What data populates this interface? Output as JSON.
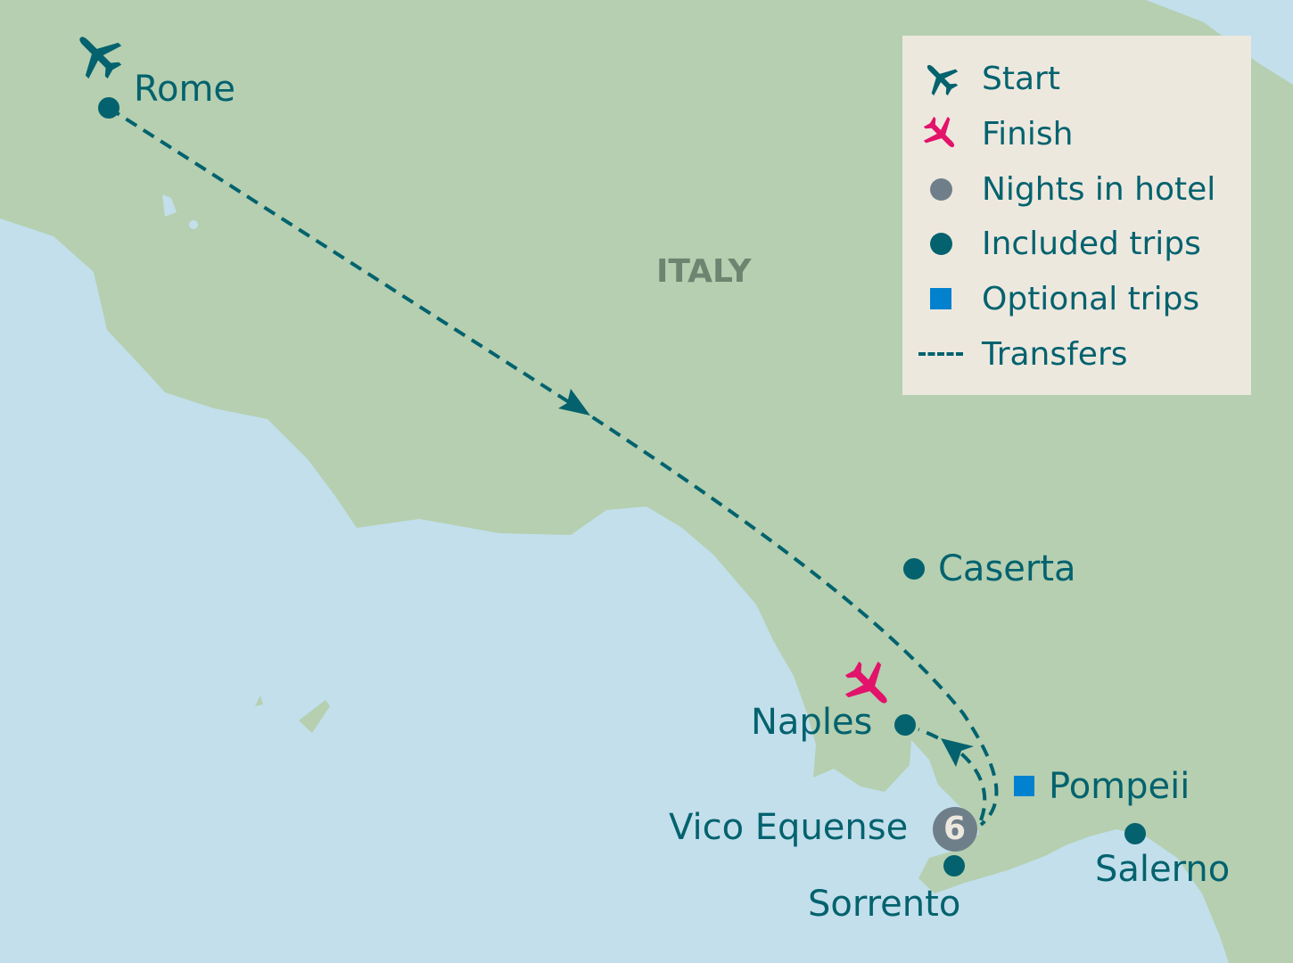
{
  "colors": {
    "land": "#b5cfb0",
    "sea": "#c2dfeb",
    "route": "#03626e",
    "finish": "#e3126a",
    "hotel": "#6f7f8a",
    "optional": "#0281ce",
    "legend_bg": "#ede8de"
  },
  "country": "ITALY",
  "places": {
    "rome": "Rome",
    "caserta": "Caserta",
    "naples": "Naples",
    "pompeii": "Pompeii",
    "vico_equense": "Vico Equense",
    "sorrento": "Sorrento",
    "salerno": "Salerno"
  },
  "hotel_nights": "6",
  "legend": {
    "start": "Start",
    "finish": "Finish",
    "nights": "Nights in hotel",
    "included": "Included trips",
    "optional": "Optional trips",
    "transfers": "Transfers"
  }
}
